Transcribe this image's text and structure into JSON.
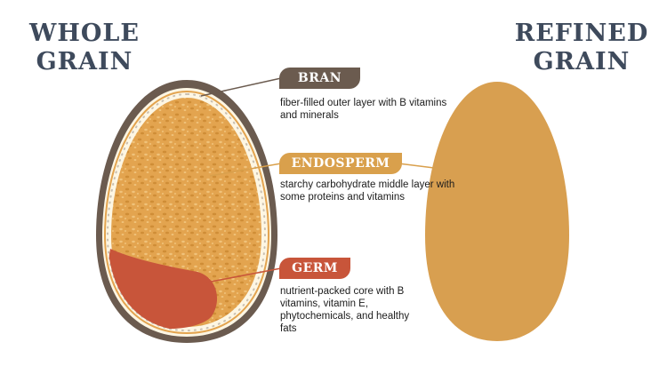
{
  "colors": {
    "text_dark": "#3e4a5c",
    "bran": "#6b5b4f",
    "endosperm": "#d9a04c",
    "endosperm_fill": "#e3a44f",
    "germ": "#c8553a",
    "refined": "#d89f50",
    "cream": "#fdf6e3"
  },
  "headings": {
    "whole": {
      "line1": "WHOLE",
      "line2": "GRAIN"
    },
    "refined": {
      "line1": "REFINED",
      "line2": "GRAIN"
    }
  },
  "parts": [
    {
      "id": "bran",
      "label": "BRAN",
      "description": "fiber-filled outer layer with B vitamins and minerals"
    },
    {
      "id": "endosperm",
      "label": "ENDOSPERM",
      "description": "starchy carbohydrate middle layer with some proteins and vitamins"
    },
    {
      "id": "germ",
      "label": "GERM",
      "description": "nutrient-packed core with B vitamins, vitamin E, phytochemicals, and healthy fats"
    }
  ]
}
